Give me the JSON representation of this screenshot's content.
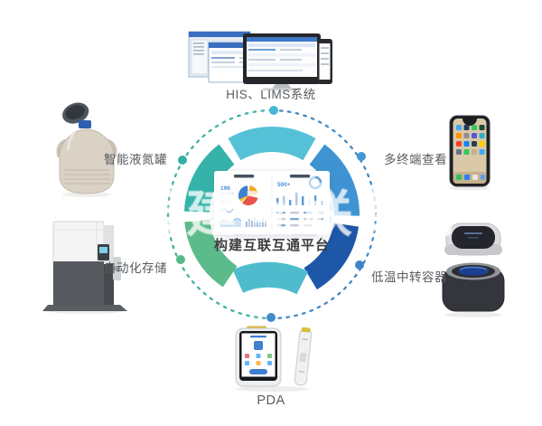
{
  "center": {
    "title": "构建互联互通平台",
    "dashboard": {
      "left_stat": "196",
      "right_stat": "500+"
    }
  },
  "watermark_text": "服建互联数厅",
  "nodes": [
    {
      "id": "his-lims",
      "label": "HIS、LIMS系统",
      "icon": "desktop-monitors-icon"
    },
    {
      "id": "smart-tank",
      "label": "智能液氮罐",
      "icon": "liquid-nitrogen-tank-icon"
    },
    {
      "id": "auto-storage",
      "label": "自动化存储",
      "icon": "automated-storage-machine-icon"
    },
    {
      "id": "multi-terminal",
      "label": "多终端查看",
      "icon": "smartphone-icon"
    },
    {
      "id": "cryo-container",
      "label": "低温中转容器",
      "icon": "cryo-transfer-container-icon"
    },
    {
      "id": "pda",
      "label": "PDA",
      "icon": "pda-handheld-icon"
    }
  ],
  "colors": {
    "ring_top": "#55c1d6",
    "ring_upper_right": "#3f93d2",
    "ring_lower_right": "#1e57a8",
    "ring_bottom": "#4fbccd",
    "ring_lower_left": "#5cbb8a",
    "ring_upper_left": "#35b3ab",
    "dash_left": "#45b0a5",
    "dash_right": "#4189c6",
    "dot_top": "#45b8cf",
    "dot_upper_left": "#35b0a8",
    "dot_lower_left": "#58b98a",
    "dot_bottom": "#3e8ccb",
    "dot_lower_right": "#3c85c8",
    "dot_upper_right": "#4496d3",
    "label_text": "#595b5e",
    "title_text": "#3d3d3f",
    "pie_blue": "#3f7fd0",
    "pie_orange": "#f5a623",
    "pie_red": "#e8554d",
    "pie_yellow": "#f8c51c"
  }
}
